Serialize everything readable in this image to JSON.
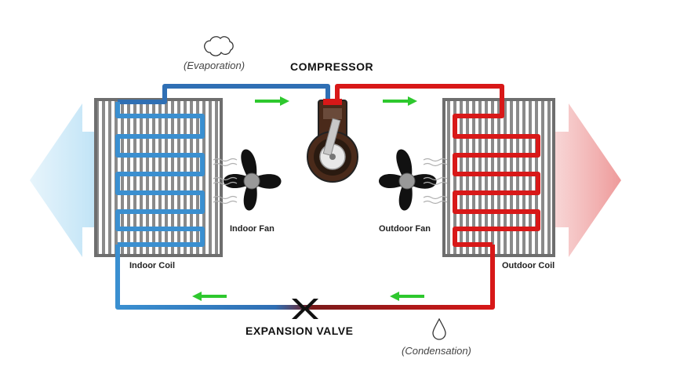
{
  "labels": {
    "evaporation": "(Evaporation)",
    "compressor": "COMPRESSOR",
    "indoor_fan": "Indoor Fan",
    "outdoor_fan": "Outdoor Fan",
    "indoor_coil": "Indoor Coil",
    "outdoor_coil": "Outdoor Coil",
    "expansion_valve": "EXPANSION VALVE",
    "condensation": "(Condensation)"
  },
  "colors": {
    "cold": "#3a8fd0",
    "hot": "#d81818",
    "flow_arrow": "#2ec82e",
    "fin": "#7a7a7a",
    "fan": "#111111"
  },
  "icons": [
    "cloud-icon",
    "water-drop-icon",
    "fan-icon",
    "compressor-icon",
    "expansion-valve-icon"
  ]
}
